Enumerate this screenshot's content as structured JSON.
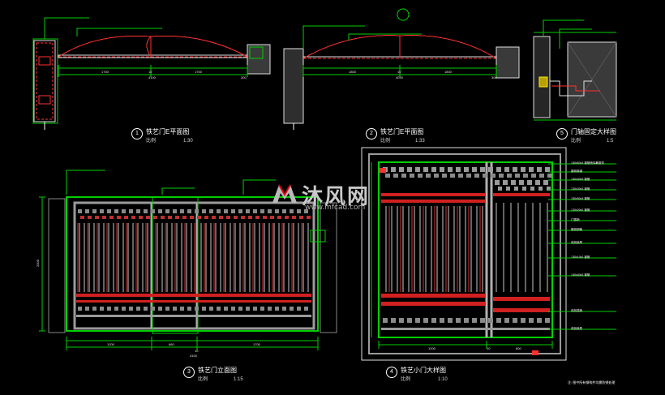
{
  "drawings": [
    {
      "number": "1",
      "title": "铁艺门E平面图",
      "scale_label": "比例",
      "scale": "1:30"
    },
    {
      "number": "2",
      "title": "铁艺门E平面图",
      "scale_label": "比例",
      "scale": "1:33"
    },
    {
      "number": "3",
      "title": "铁艺门立面图",
      "scale_label": "比例",
      "scale": "1:15"
    },
    {
      "number": "4",
      "title": "铁艺小门大样图",
      "scale_label": "比例",
      "scale": "1:10"
    },
    {
      "number": "5",
      "title": "门轴固定大样图",
      "scale_label": "比例",
      "scale": "1:5"
    }
  ],
  "watermark": {
    "brand": "沐风网",
    "url": "www.mfcad.com"
  },
  "dimensions": {
    "plan1": [
      "1700",
      "10",
      "1700",
      "4100",
      "300"
    ],
    "plan2": [
      "1800",
      "10",
      "1800",
      "300",
      "4030"
    ],
    "elevation": [
      "1200",
      "660",
      "1700",
      "10",
      "4100",
      "2000"
    ],
    "detail": [
      "1200",
      "10",
      "800"
    ]
  },
  "notes": {
    "right_callouts": [
      "□60x60x3 钢管喷涂氟碳漆",
      "镀锌扁钢",
      "□40x40x3 钢管",
      "□30x30x3 钢管",
      "□50x50x3 钢管",
      "□20x20x2 钢管",
      "门插销",
      "镀锌钢管",
      "成品锁具",
      "□30x10x2 钢管",
      "□40x40x3 钢管",
      "成品插销",
      "成品锁具"
    ],
    "footnote": "注: 图中所有钢构件均需防锈处理"
  }
}
